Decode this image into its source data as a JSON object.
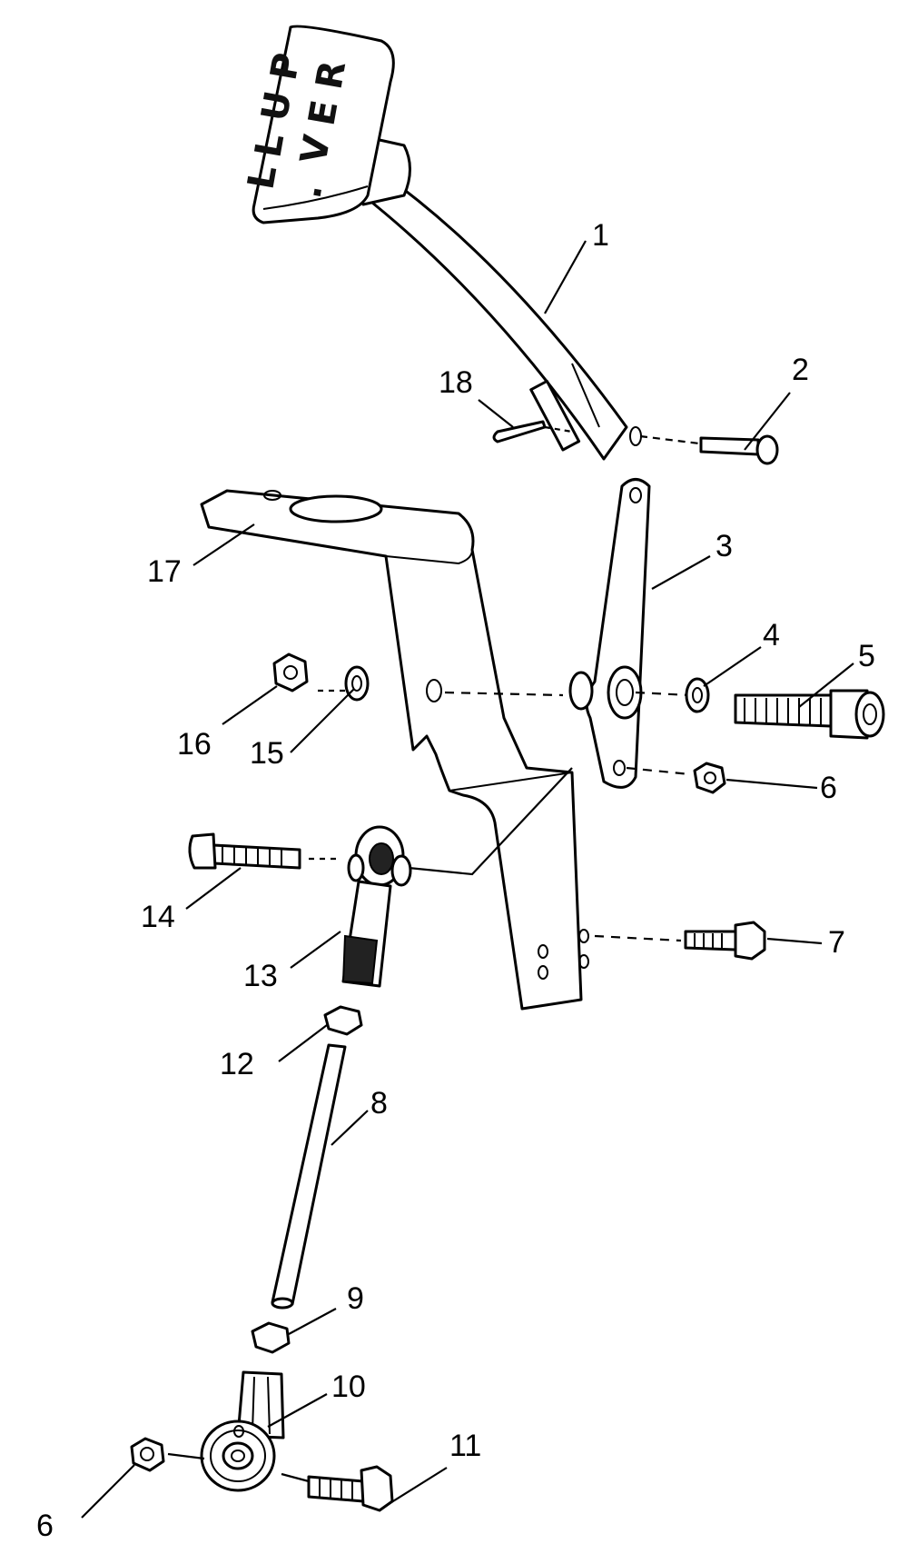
{
  "knob": {
    "letters": [
      "P",
      "R",
      "U",
      "E",
      "L",
      "V",
      "L",
      "."
    ]
  },
  "callouts": {
    "c1": "1",
    "c2": "2",
    "c3": "3",
    "c4": "4",
    "c5": "5",
    "c6a": "6",
    "c6b": "6",
    "c7": "7",
    "c8": "8",
    "c9": "9",
    "c10": "10",
    "c11": "11",
    "c12": "12",
    "c13": "13",
    "c14": "14",
    "c15": "15",
    "c16": "16",
    "c17": "17",
    "c18": "18"
  }
}
